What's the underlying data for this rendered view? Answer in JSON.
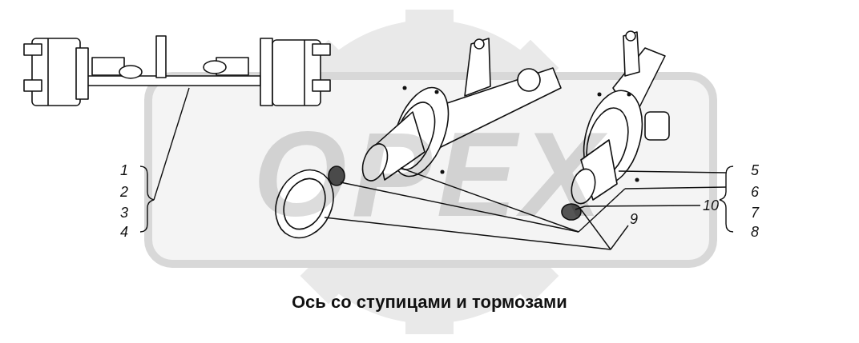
{
  "diagram": {
    "caption": "Ось со ступицами и тормозами",
    "labels": [
      "OPEX",
      "1",
      "2",
      "3",
      "4",
      "5",
      "6",
      "7",
      "8",
      "9",
      "10"
    ]
  }
}
